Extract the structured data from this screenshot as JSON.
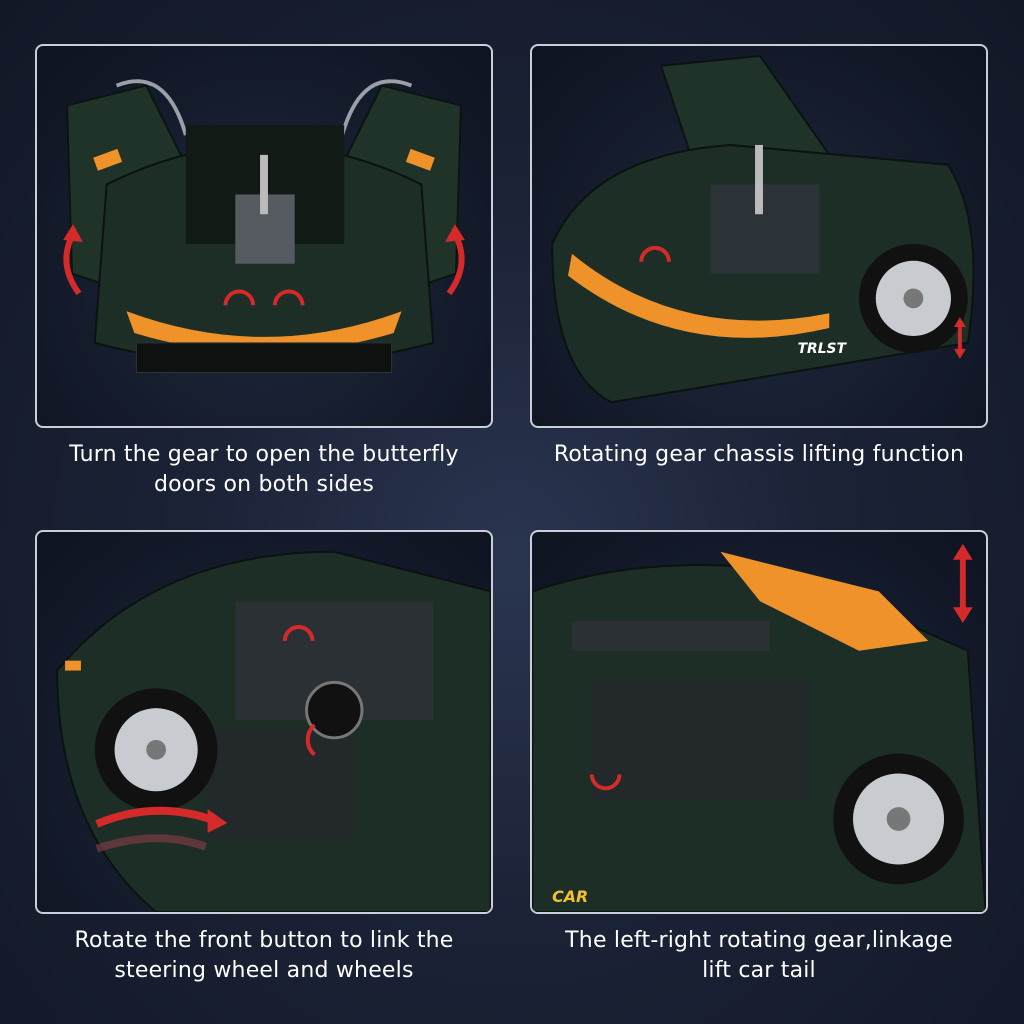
{
  "panels": [
    {
      "caption_line1": "Turn the gear to open the butterfly",
      "caption_line2": "doors on both sides",
      "badge": ""
    },
    {
      "caption_line1": "Rotating gear chassis lifting function",
      "caption_line2": "",
      "badge": "TRLST"
    },
    {
      "caption_line1": "Rotate the front button to link the",
      "caption_line2": "steering wheel and wheels",
      "badge": ""
    },
    {
      "caption_line1": "The left-right rotating gear,linkage",
      "caption_line2": "lift car tail",
      "badge": "CAR"
    }
  ],
  "colors": {
    "body_green": "#1c2e26",
    "accent_orange": "#f0922a",
    "arrow_red": "#d42a2a",
    "frame": "#c9ced8"
  }
}
